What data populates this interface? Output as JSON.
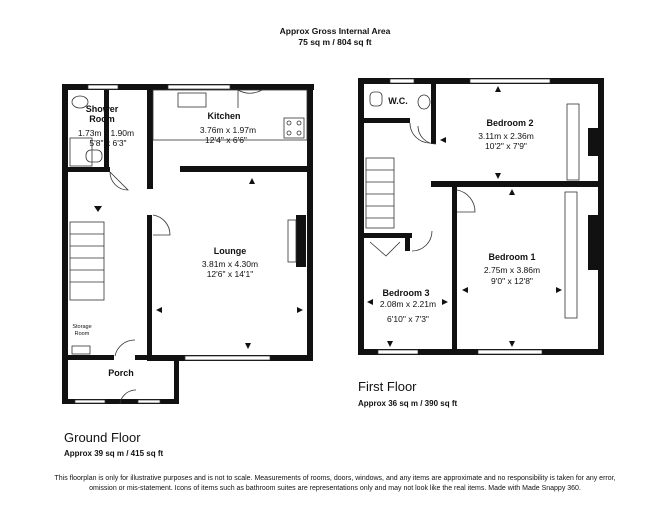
{
  "header": {
    "title": "Approx Gross Internal Area",
    "area": "75 sq m / 804 sq ft"
  },
  "ground_floor": {
    "title": "Ground Floor",
    "area": "Approx 39 sq m / 415 sq ft",
    "rooms": {
      "shower": {
        "name_1": "Shower",
        "name_2": "Room",
        "metric": "1.73m x 1.90m",
        "imperial": "5'8\" x 6'3\""
      },
      "kitchen": {
        "name": "Kitchen",
        "metric": "3.76m x 1.97m",
        "imperial": "12'4\" x 6'6\""
      },
      "lounge": {
        "name": "Lounge",
        "metric": "3.81m x 4.30m",
        "imperial": "12'6\" x 14'1\""
      },
      "storage": {
        "name_1": "Storage",
        "name_2": "Room"
      },
      "porch": {
        "name": "Porch"
      }
    }
  },
  "first_floor": {
    "title": "First Floor",
    "area": "Approx 36 sq m / 390 sq ft",
    "rooms": {
      "wc": {
        "name": "W.C."
      },
      "bedroom2": {
        "name": "Bedroom 2",
        "metric": "3.11m x 2.36m",
        "imperial": "10'2\" x 7'9\""
      },
      "bedroom1": {
        "name": "Bedroom 1",
        "metric": "2.75m x 3.86m",
        "imperial": "9'0\" x 12'8\""
      },
      "bedroom3": {
        "name": "Bedroom 3",
        "metric": "2.08m x 2.21m",
        "imperial": "6'10\" x 7'3\""
      }
    }
  },
  "disclaimer": "This floorplan is only for illustrative purposes and is not to scale. Measurements of rooms, doors, windows, and any items are approximate and no responsibility is taken for any error, omission or mis-statement. Icons of items such as bathroom suites are representations only and may not look like the real items. Made with Made Snappy 360."
}
